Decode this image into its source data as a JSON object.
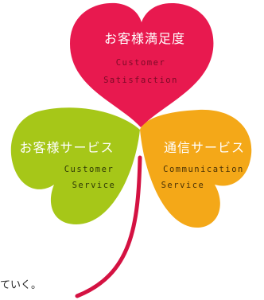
{
  "colors": {
    "heart_red": "#e8194f",
    "leaf_green": "#a6c718",
    "leaf_orange": "#f4a818",
    "stem_red": "#d41242",
    "title_white": "#ffffff",
    "sub_dark_red": "#7a0a26",
    "sub_dark_green": "#2f3a06",
    "sub_dark_orange": "#4a3206"
  },
  "leaves": {
    "top": {
      "title": "お客様満足度",
      "sub_line1": "Customer",
      "sub_line2": "Satisfaction"
    },
    "left": {
      "title": "お客様サービス",
      "sub_line1": "Customer",
      "sub_line2": "Service"
    },
    "right": {
      "title": "通信サービス",
      "sub_line1": "Communication",
      "sub_line2": "Service"
    }
  },
  "caption": "ていく。"
}
